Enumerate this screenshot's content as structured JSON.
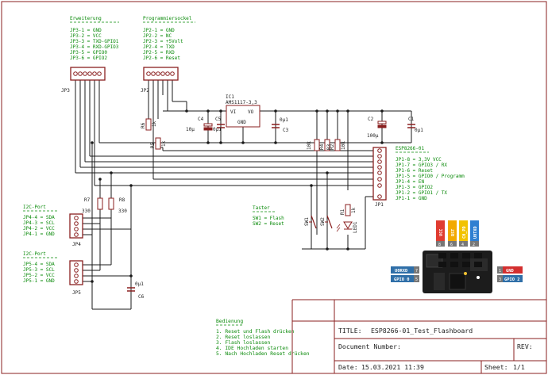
{
  "erweiterung": {
    "title": "Erweiterung",
    "lines": [
      "JP3-1 = GND",
      "JP3-2 = VCC",
      "JP3-3 = TXD-GPIO1",
      "JP3-4 = RXD-GPIO3",
      "JP3-5 = GPIO0",
      "JP3-6 = GPIO2"
    ]
  },
  "programmiersockel": {
    "title": "Programmiersockel",
    "lines": [
      "JP2-1 = GND",
      "JP2-2 = NC",
      "JP2-3 = +5Volt",
      "JP2-4 = TXD",
      "JP2-5 = RXD",
      "JP2-6 = Reset"
    ]
  },
  "i2c_top": {
    "title": "I2C-Port",
    "lines": [
      "JP4-4 = SDA",
      "JP4-3 = SCL",
      "JP4-2 = VCC",
      "JP4-1 = GND"
    ]
  },
  "i2c_bottom": {
    "title": "I2C-Port",
    "lines": [
      "JP5-4 = SDA",
      "JP5-3 = SCL",
      "JP5-2 = VCC",
      "JP5-1 = GND"
    ]
  },
  "esp": {
    "title": "ESP8266-01",
    "lines": [
      "JP1-8 = 3,3V VCC",
      "JP1-7 = GPIO3 / RX",
      "JP1-6 = Reset",
      "JP1-5 = GPIO0 / Programm",
      "JP1-4 = EN",
      "JP1-3 = GPIO2",
      "JP1-2 = GPIO1 / TX",
      "JP1-1 = GND"
    ]
  },
  "taster": {
    "title": "Taster",
    "lines": [
      "SW1 = Flash",
      "SW2 = Reset"
    ]
  },
  "bedienung": {
    "title": "Bedienung",
    "lines": [
      "1. Reset und Flash drücken",
      "2. Reset loslassen",
      "3. Flash loslassen",
      "4. IDE Hochladen starten",
      "5. Nach Hochladen Reset drücken"
    ]
  },
  "refs": {
    "jp1": "JP1",
    "jp2": "JP2",
    "jp3": "JP3",
    "jp4": "JP4",
    "jp5": "JP5",
    "ic1": "IC1",
    "ic1_value": "AMS1117-3,3",
    "vi": "VI",
    "vo": "VO",
    "gnd": "GND",
    "c1": "C1",
    "c1_value": "0µ1",
    "c2": "C2",
    "c2_value": "100µ",
    "c3": "C3",
    "c3_value": "0µ1",
    "c4": "C4",
    "c4_value": "10µ",
    "c5": "C5",
    "c5_value": "0µ1",
    "c6": "C6",
    "c6_value": "0µ1",
    "r1": "R1",
    "r1_value": "1k",
    "r2": "R2",
    "r2_value": "10k",
    "r3": "R3",
    "r3_value": "10k",
    "r4": "R4",
    "r4_value": "10k",
    "r5": "R5",
    "r5_value": "1k",
    "r6": "R6",
    "r6_value": "1k",
    "r7": "R7",
    "r7_value": "330",
    "r8": "R8",
    "r8_value": "330",
    "sw1": "SW1",
    "sw2": "SW2",
    "led1": "LED1"
  },
  "module_pins": {
    "top": [
      "VCC",
      "RST",
      "CH_PD",
      "U0TXD"
    ],
    "top_numbers": [
      "8",
      "6",
      "4",
      "2"
    ],
    "left": [
      "U0RXD",
      "GPIO 0"
    ],
    "left_numbers": [
      "7",
      "5"
    ],
    "right": [
      "GND",
      "GPIO 2"
    ],
    "right_numbers": [
      "1",
      "3"
    ],
    "colors": {
      "vcc": "#e03c31",
      "rst": "#f2a900",
      "ch_pd": "#f2c200",
      "u0txd": "#2f7fd1",
      "u0rxd": "#2f6fa8",
      "gpio0": "#2f6fa8",
      "gnd": "#d32f2f",
      "gpio2": "#2f6fa8",
      "board": "#1c1c1c"
    }
  },
  "title_block": {
    "title_label": "TITLE:",
    "title_value": "ESP8266-01_Test_Flashboard",
    "document_label": "Document Number:",
    "rev_label": "REV:",
    "date_label": "Date:",
    "date_value": "15.03.2021 11:39",
    "sheet_label": "Sheet:",
    "sheet_value": "1/1"
  }
}
